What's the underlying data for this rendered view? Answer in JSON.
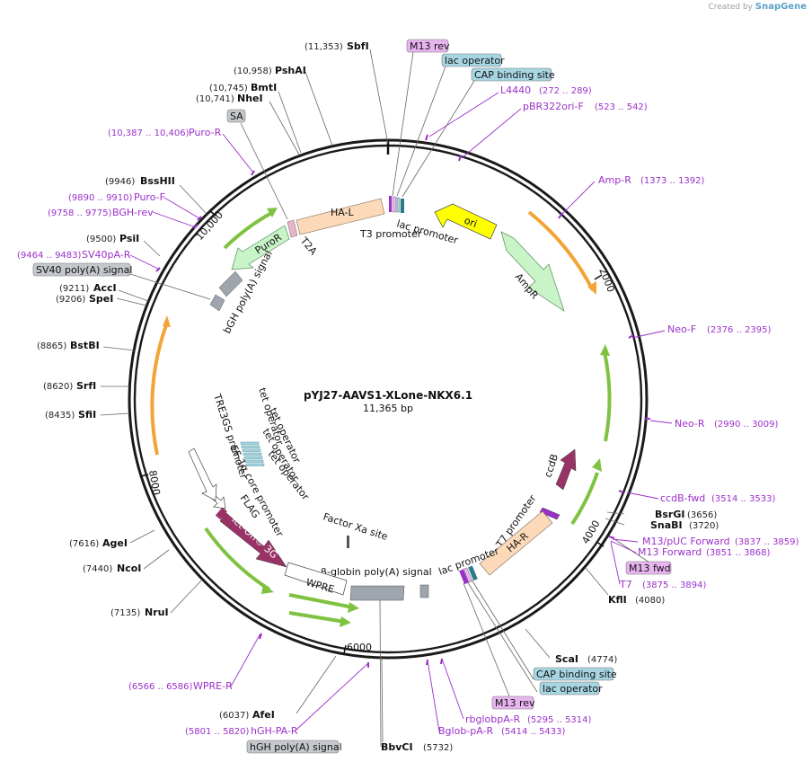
{
  "credit": {
    "prefix": "Created by",
    "brand": "SnapGene"
  },
  "plasmid": {
    "name": "pYJ27-AAVS1-XLone-NKX6.1",
    "size": "11,365 bp"
  },
  "ticks": [
    "2000",
    "4000",
    "6000",
    "8000",
    "10,000"
  ],
  "enzymes_top": [
    {
      "pos": "(11,353)",
      "name": "SbfI"
    },
    {
      "pos": "(10,958)",
      "name": "PshAI"
    },
    {
      "pos": "(10,745)",
      "name": "BmtI"
    },
    {
      "pos": "(10,741)",
      "name": "NheI"
    },
    {
      "pos": "(9946)",
      "name": "BssHII"
    },
    {
      "pos": "(9500)",
      "name": "PsiI"
    },
    {
      "pos": "(9211)",
      "name": "AccI"
    },
    {
      "pos": "(9206)",
      "name": "SpeI"
    },
    {
      "pos": "(8865)",
      "name": "BstBI"
    },
    {
      "pos": "(8620)",
      "name": "SrfI"
    },
    {
      "pos": "(8435)",
      "name": "SfiI"
    },
    {
      "pos": "(7616)",
      "name": "AgeI"
    },
    {
      "pos": "(7440)",
      "name": "NcoI"
    },
    {
      "pos": "(7135)",
      "name": "NruI"
    },
    {
      "pos": "(6037)",
      "name": "AfeI"
    },
    {
      "pos": "(5732)",
      "name": "BbvCI"
    },
    {
      "pos": "(4774)",
      "name": "ScaI"
    },
    {
      "pos": "(4080)",
      "name": "KflI"
    },
    {
      "pos": "(3720)",
      "name": "SnaBI"
    },
    {
      "pos": "(3656)",
      "name": "BsrGI"
    }
  ],
  "primers": [
    {
      "name": "L4440",
      "range": "(272 .. 289)"
    },
    {
      "name": "pBR322ori-F",
      "range": "(523 .. 542)"
    },
    {
      "name": "Amp-R",
      "range": "(1373 .. 1392)"
    },
    {
      "name": "Neo-F",
      "range": "(2376 .. 2395)"
    },
    {
      "name": "Neo-R",
      "range": "(2990 .. 3009)"
    },
    {
      "name": "ccdB-fwd",
      "range": "(3514 .. 3533)"
    },
    {
      "name": "M13/pUC Forward",
      "range": "(3837 .. 3859)"
    },
    {
      "name": "M13 Forward",
      "range": "(3851 .. 3868)"
    },
    {
      "name": "T7",
      "range": "(3875 .. 3894)"
    },
    {
      "name": "rbglobpA-R",
      "range": "(5295 .. 5314)"
    },
    {
      "name": "Bglob-pA-R",
      "range": "(5414 .. 5433)"
    },
    {
      "name": "hGH-PA-R",
      "range": "(5801 .. 5820)"
    },
    {
      "name": "WPRE-R",
      "range": "(6566 .. 6586)"
    },
    {
      "name": "SV40pA-R",
      "range": "(9464 .. 9483)"
    },
    {
      "name": "BGH-rev",
      "range": "(9758 .. 9775)"
    },
    {
      "name": "Puro-F",
      "range": "(9890 .. 9910)"
    },
    {
      "name": "Puro-R",
      "range": "(10,387 .. 10,406)"
    }
  ],
  "boxed_labels": [
    {
      "text": "M13 rev",
      "color": "#e8b5f0"
    },
    {
      "text": "lac operator",
      "color": "#a7d6e2"
    },
    {
      "text": "CAP binding site",
      "color": "#a7d6e2"
    },
    {
      "text": "SA",
      "color": "#c4c8cc"
    },
    {
      "text": "SV40 poly(A) signal",
      "color": "#c4c8cc"
    },
    {
      "text": "M13 fwd",
      "color": "#e8b5f0"
    },
    {
      "text": "CAP binding site",
      "color": "#a7d6e2"
    },
    {
      "text": "lac operator",
      "color": "#a7d6e2"
    },
    {
      "text": "M13 rev",
      "color": "#e8b5f0"
    },
    {
      "text": "hGH poly(A) signal",
      "color": "#c4c8cc"
    }
  ],
  "features": {
    "ha_l": "HA-L",
    "ha_r": "HA-R",
    "t2a": "T2A",
    "puror": "PuroR",
    "bgh": "bGH poly(A) signal",
    "lac_promoter_top": "lac promoter",
    "t3_promoter": "T3 promoter",
    "ori": "ori",
    "ampr": "AmpR",
    "ccdb": "ccdB",
    "t7_promoter": "T7 promoter",
    "lac_promoter_bottom": "lac promoter",
    "beta_globin": "β-globin poly(A) signal",
    "wpre": "WPRE",
    "tet_on": "Tet-On® 3G",
    "factor_xa": "Factor Xa site",
    "flag": "FLAG",
    "ef1a": "EF-1α core promoter",
    "tre3gs": "TRE3GS promoter",
    "tet_op1": "tet operator",
    "tet_op2": "tet operator",
    "tet_op3": "tet operator",
    "tet_op4": "tet operator"
  },
  "colors": {
    "backbone": "#1a1a1a",
    "primer": "#9b30c9",
    "homology": "#fcd9b8",
    "ori": "#ffff00",
    "marker": "#c8f4c8",
    "ccdb": "#993366",
    "polya": "#9ea5ad",
    "orf_green": "#7fc241",
    "orf_orange": "#f3a436"
  }
}
